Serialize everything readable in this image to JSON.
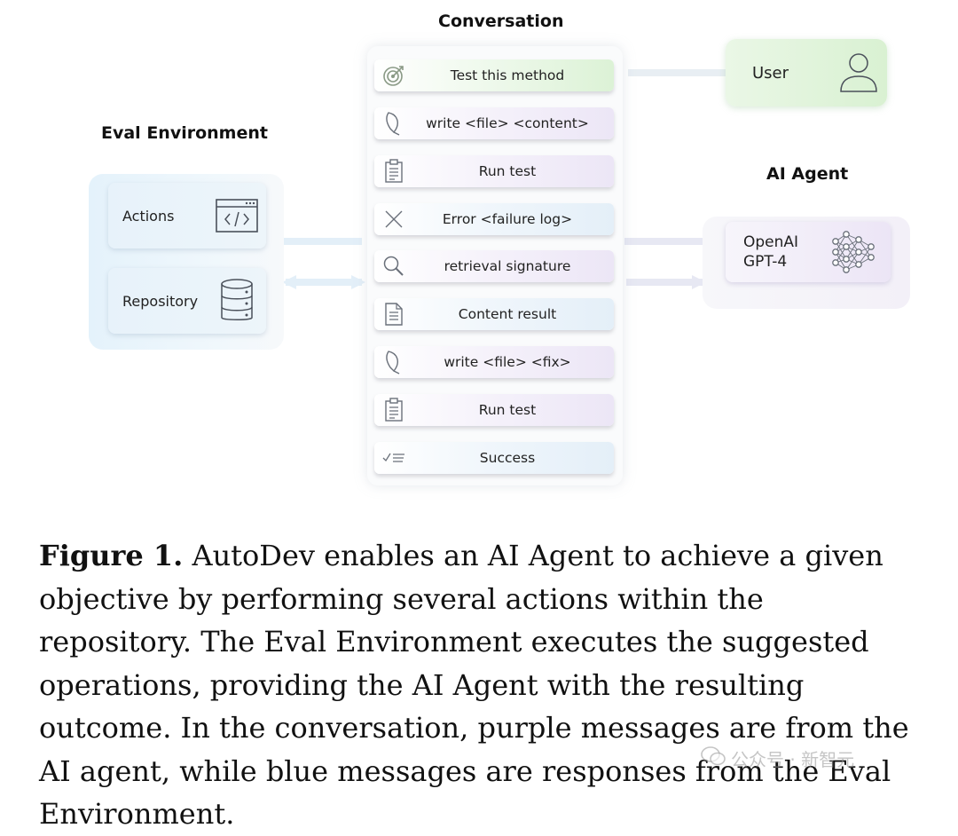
{
  "conversation": {
    "title": "Conversation",
    "messages": [
      {
        "icon": "target-icon",
        "label": "Test this method",
        "source": "user"
      },
      {
        "icon": "quill-icon",
        "label": "write <file> <content>",
        "source": "ai-agent"
      },
      {
        "icon": "clipboard-icon",
        "label": "Run test",
        "source": "ai-agent"
      },
      {
        "icon": "x-mark-icon",
        "label": "Error <failure log>",
        "source": "eval-environment"
      },
      {
        "icon": "magnifier-icon",
        "label": "retrieval signature",
        "source": "ai-agent"
      },
      {
        "icon": "document-icon",
        "label": "Content result",
        "source": "eval-environment"
      },
      {
        "icon": "quill-icon",
        "label": "write <file> <fix>",
        "source": "ai-agent"
      },
      {
        "icon": "clipboard-icon",
        "label": "Run test",
        "source": "ai-agent"
      },
      {
        "icon": "checklist-icon",
        "label": "Success",
        "source": "eval-environment"
      }
    ]
  },
  "eval_environment": {
    "title": "Eval Environment",
    "items": [
      {
        "label": "Actions",
        "icon": "code-window-icon"
      },
      {
        "label": "Repository",
        "icon": "database-icon"
      }
    ]
  },
  "user": {
    "label": "User",
    "icon": "person-icon"
  },
  "ai_agent": {
    "title": "AI Agent",
    "name_line1": "OpenAI",
    "name_line2": "GPT-4",
    "icon": "neural-network-icon"
  },
  "caption": {
    "label": "Figure 1.",
    "text": "AutoDev enables an AI Agent to achieve a given objective by performing several actions within the repository. The Eval Environment executes the suggested operations, providing the AI Agent with the resulting outcome. In the conversation, purple messages are from the AI agent, while blue messages are responses from the Eval Environment."
  },
  "watermark": {
    "text": "公众号 · 新智元"
  },
  "colors": {
    "ai_agent_message": "#ece6f6",
    "eval_message": "#e4eff8",
    "user_message": "#dcf2d6",
    "icon_stroke": "#555b66"
  }
}
